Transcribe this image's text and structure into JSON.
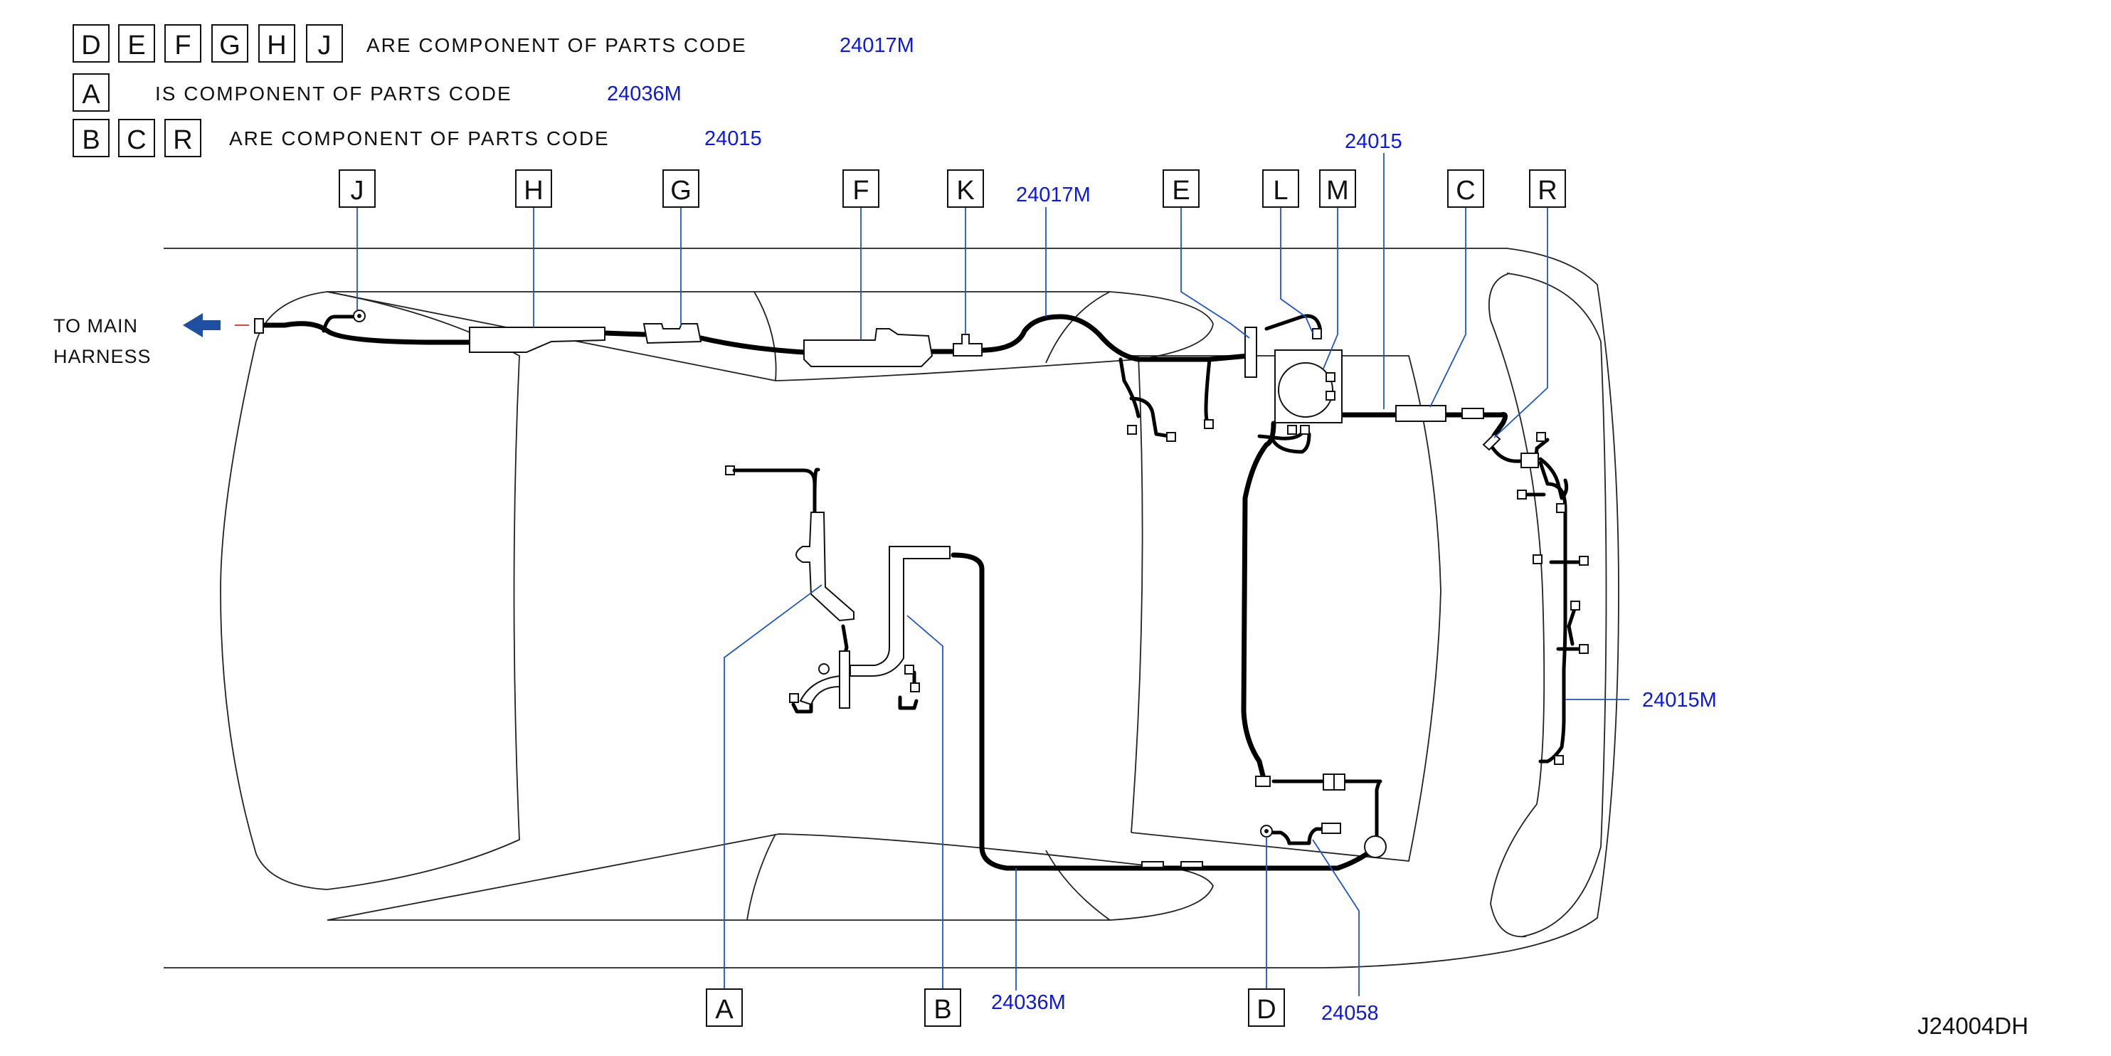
{
  "legend": [
    {
      "letters": [
        "D",
        "E",
        "F",
        "G",
        "H",
        "J"
      ],
      "text": "ARE  COMPONENT  OF  PARTS  CODE",
      "code": "24017M"
    },
    {
      "letters": [
        "A"
      ],
      "text": "IS  COMPONENT  OF  PARTS  CODE",
      "code": "24036M"
    },
    {
      "letters": [
        "B",
        "C",
        "R"
      ],
      "text": "ARE  COMPONENT  OF  PARTS  CODE",
      "code": "24015"
    }
  ],
  "callouts_top": [
    "J",
    "H",
    "G",
    "F",
    "K",
    "E",
    "L",
    "M",
    "C",
    "R"
  ],
  "callouts_bottom": [
    "A",
    "B",
    "D"
  ],
  "codes": {
    "k_area": "24017M",
    "top_right": "24015",
    "right": "24015M",
    "bottom_mid": "24036M",
    "bottom_right": "24058"
  },
  "main_harness": {
    "line1": "TO  MAIN",
    "line2": "HARNESS"
  },
  "figure_id": "J24004DH",
  "colors": {
    "code_text": "#0b18e6",
    "leader": "#1f55c7",
    "arrow": "#1f4fa3",
    "arrow_dash": "#e0463c"
  }
}
